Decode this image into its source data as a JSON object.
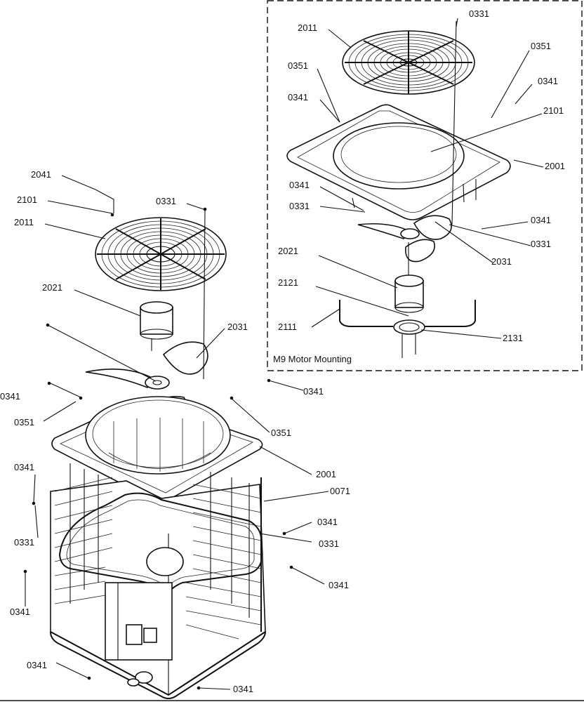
{
  "inset": {
    "caption": "M9 Motor Mounting",
    "callouts": [
      {
        "id": "i0331a",
        "text": "0331"
      },
      {
        "id": "i2011",
        "text": "2011"
      },
      {
        "id": "i0351a",
        "text": "0351"
      },
      {
        "id": "i0351b",
        "text": "0351"
      },
      {
        "id": "i0341a",
        "text": "0341"
      },
      {
        "id": "i0341b",
        "text": "0341"
      },
      {
        "id": "i2101",
        "text": "2101"
      },
      {
        "id": "i2001",
        "text": "2001"
      },
      {
        "id": "i0341c",
        "text": "0341"
      },
      {
        "id": "i0331b",
        "text": "0331"
      },
      {
        "id": "i0341d",
        "text": "0341"
      },
      {
        "id": "i0331c",
        "text": "0331"
      },
      {
        "id": "i2031",
        "text": "2031"
      },
      {
        "id": "i2021",
        "text": "2021"
      },
      {
        "id": "i2121",
        "text": "2121"
      },
      {
        "id": "i2111",
        "text": "2111"
      },
      {
        "id": "i2131",
        "text": "2131"
      }
    ]
  },
  "main": {
    "callouts": [
      {
        "id": "m2041",
        "text": "2041"
      },
      {
        "id": "m2101",
        "text": "2101"
      },
      {
        "id": "m0331a",
        "text": "0331"
      },
      {
        "id": "m2011",
        "text": "2011"
      },
      {
        "id": "m2021",
        "text": "2021"
      },
      {
        "id": "m2031",
        "text": "2031"
      },
      {
        "id": "m0341a",
        "text": "0341"
      },
      {
        "id": "m0341b",
        "text": "0341"
      },
      {
        "id": "m0351a",
        "text": "0351"
      },
      {
        "id": "m0351b",
        "text": "0351"
      },
      {
        "id": "m2001",
        "text": "2001"
      },
      {
        "id": "m0341c",
        "text": "0341"
      },
      {
        "id": "m0071",
        "text": "0071"
      },
      {
        "id": "m0331b",
        "text": "0331"
      },
      {
        "id": "m0341d",
        "text": "0341"
      },
      {
        "id": "m0331c",
        "text": "0331"
      },
      {
        "id": "m0341e",
        "text": "0341"
      },
      {
        "id": "m0341f",
        "text": "0341"
      },
      {
        "id": "m0341g",
        "text": "0341"
      },
      {
        "id": "m0341h",
        "text": "0341"
      }
    ]
  }
}
